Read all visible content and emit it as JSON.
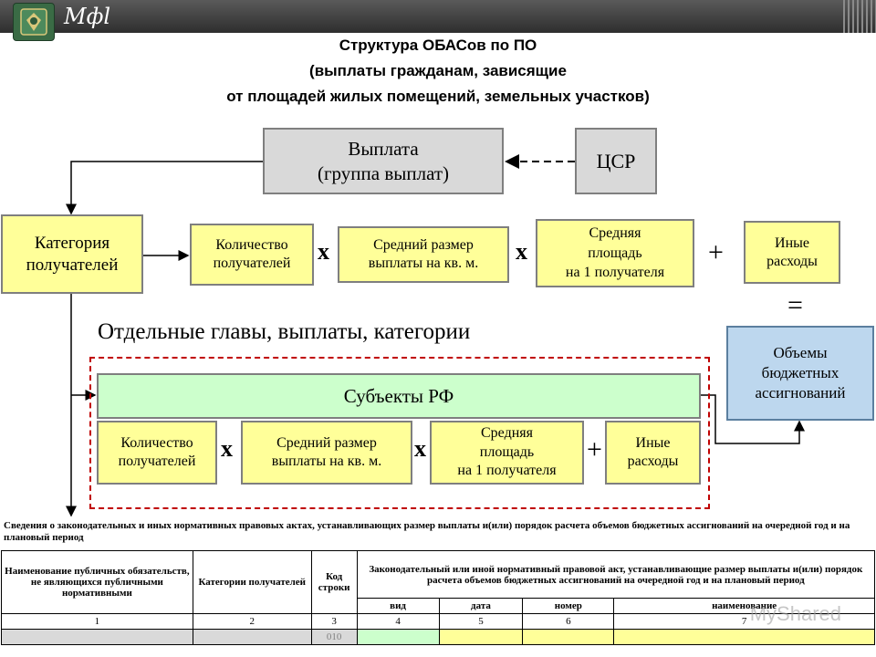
{
  "header": {
    "logo_text": "Мфl"
  },
  "title": {
    "line1": "Структура ОБАСов по ПО",
    "line2": "(выплаты гражданам, зависящие",
    "line3": "от площадей жилых помещений, земельных участков)"
  },
  "top": {
    "payment_line1": "Выплата",
    "payment_line2": "(группа выплат)",
    "csr": "ЦСР"
  },
  "row1": {
    "category_line1": "Категория",
    "category_line2": "получателей",
    "count_line1": "Количество",
    "count_line2": "получателей",
    "avg_size_line1": "Средний размер",
    "avg_size_line2": "выплаты на кв. м.",
    "area_line1": "Средняя",
    "area_line2": "площадь",
    "area_line3": "на 1 получателя",
    "other_line1": "Иные",
    "other_line2": "расходы",
    "mult": "х",
    "plus": "+",
    "equals": "="
  },
  "section_heading": "Отдельные главы, выплаты, категории",
  "result": {
    "line1": "Объемы",
    "line2": "бюджетных",
    "line3": "ассигнований"
  },
  "subjects": {
    "title": "Субъекты РФ",
    "count_line1": "Количество",
    "count_line2": "получателей",
    "avg_size_line1": "Средний размер",
    "avg_size_line2": "выплаты на кв. м.",
    "area_line1": "Средняя",
    "area_line2": "площадь",
    "area_line3": "на 1 получателя",
    "other_line1": "Иные",
    "other_line2": "расходы",
    "mult": "х",
    "plus": "+"
  },
  "info_text": "Сведения о законодательных и иных нормативных правовых актах, устанавливающих размер выплаты и(или) порядок расчета объемов бюджетных ассигнований на очередной год и на плановый период",
  "table": {
    "col1_header": "Наименование публичных обязательств, не являющихся публичными нормативными",
    "col2_header": "Категории получателей",
    "col3_header": "Код строки",
    "col4_header": "Законодательный или иной нормативный правовой акт, устанавливающие размер выплаты и(или) порядок расчета объемов бюджетных ассигнований на очередной год и на плановый период",
    "subheaders": [
      "вид",
      "дата",
      "номер",
      "наименование"
    ],
    "numbers": [
      "1",
      "2",
      "3",
      "4",
      "5",
      "6",
      "7"
    ],
    "row_code": "010"
  },
  "watermark": "MyShared",
  "colors": {
    "yellow_box": "#ffff99",
    "gray_box": "#d9d9d9",
    "green_box": "#ccffcc",
    "blue_box": "#bdd7ee",
    "dashed_frame": "#c00000"
  }
}
